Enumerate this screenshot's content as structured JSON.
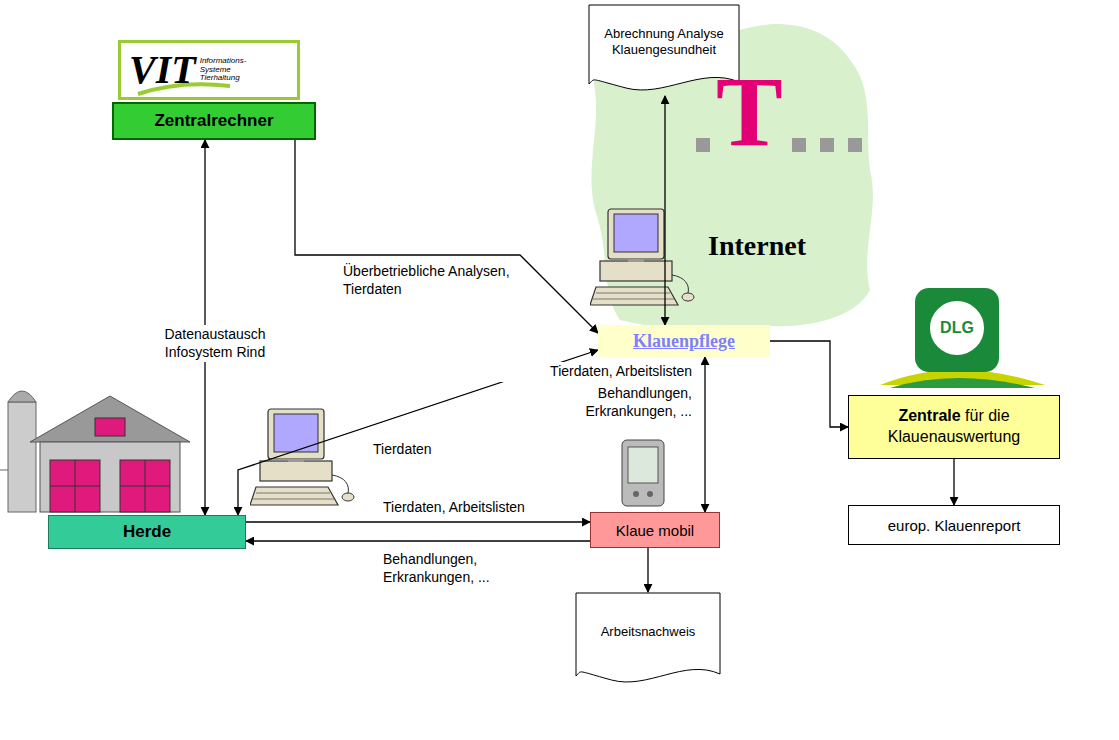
{
  "diagram": {
    "nodes": [
      {
        "text": [
          "Abrechnung Analyse Klauengesundheit"
        ]
      },
      {
        "text": [
          "VIT",
          "Informations- Systeme Tierhaltung"
        ]
      },
      {
        "text": [
          "Zentralrechner"
        ]
      },
      {
        "text": [
          "Klauenpflege"
        ]
      },
      {
        "text": [
          "Zentrale für die Klauenauswertung"
        ]
      },
      {
        "text": [
          "europ. Klauenreport"
        ]
      },
      {
        "text": [
          "Herde"
        ]
      },
      {
        "text": [
          "Klaue mobil"
        ]
      },
      {
        "text": [
          "Arbeitsnachweis"
        ]
      }
    ],
    "edges": [
      {
        "from": 0,
        "to": 3,
        "arrow": "both"
      },
      {
        "from": 2,
        "to": 3,
        "label": "Überbetriebliche Analysen, Tierdaten",
        "arrow": "to"
      },
      {
        "from": 2,
        "to": 6,
        "label": "Datenaustausch Infosystem Rind",
        "arrow": "both"
      },
      {
        "from": 6,
        "to": 3,
        "label": "Tierdaten",
        "arrow": "both"
      },
      {
        "from": 3,
        "to": 4,
        "arrow": "to"
      },
      {
        "from": 3,
        "to": 7,
        "label": "Tierdaten, Arbeitslisten",
        "arrow": "both"
      },
      {
        "from": 6,
        "to": 7,
        "label": "Tierdaten, Arbeitslisten",
        "arrow": "to"
      },
      {
        "from": 7,
        "to": 6,
        "label": "Behandlungen, Erkrankungen, ...",
        "arrow": "to"
      },
      {
        "from": 4,
        "to": 5,
        "arrow": "to"
      },
      {
        "from": 7,
        "to": 8,
        "arrow": "to"
      }
    ],
    "labels": [
      "T",
      "Internet",
      "Behandlungen, Erkrankungen, ...",
      "DLG"
    ]
  }
}
